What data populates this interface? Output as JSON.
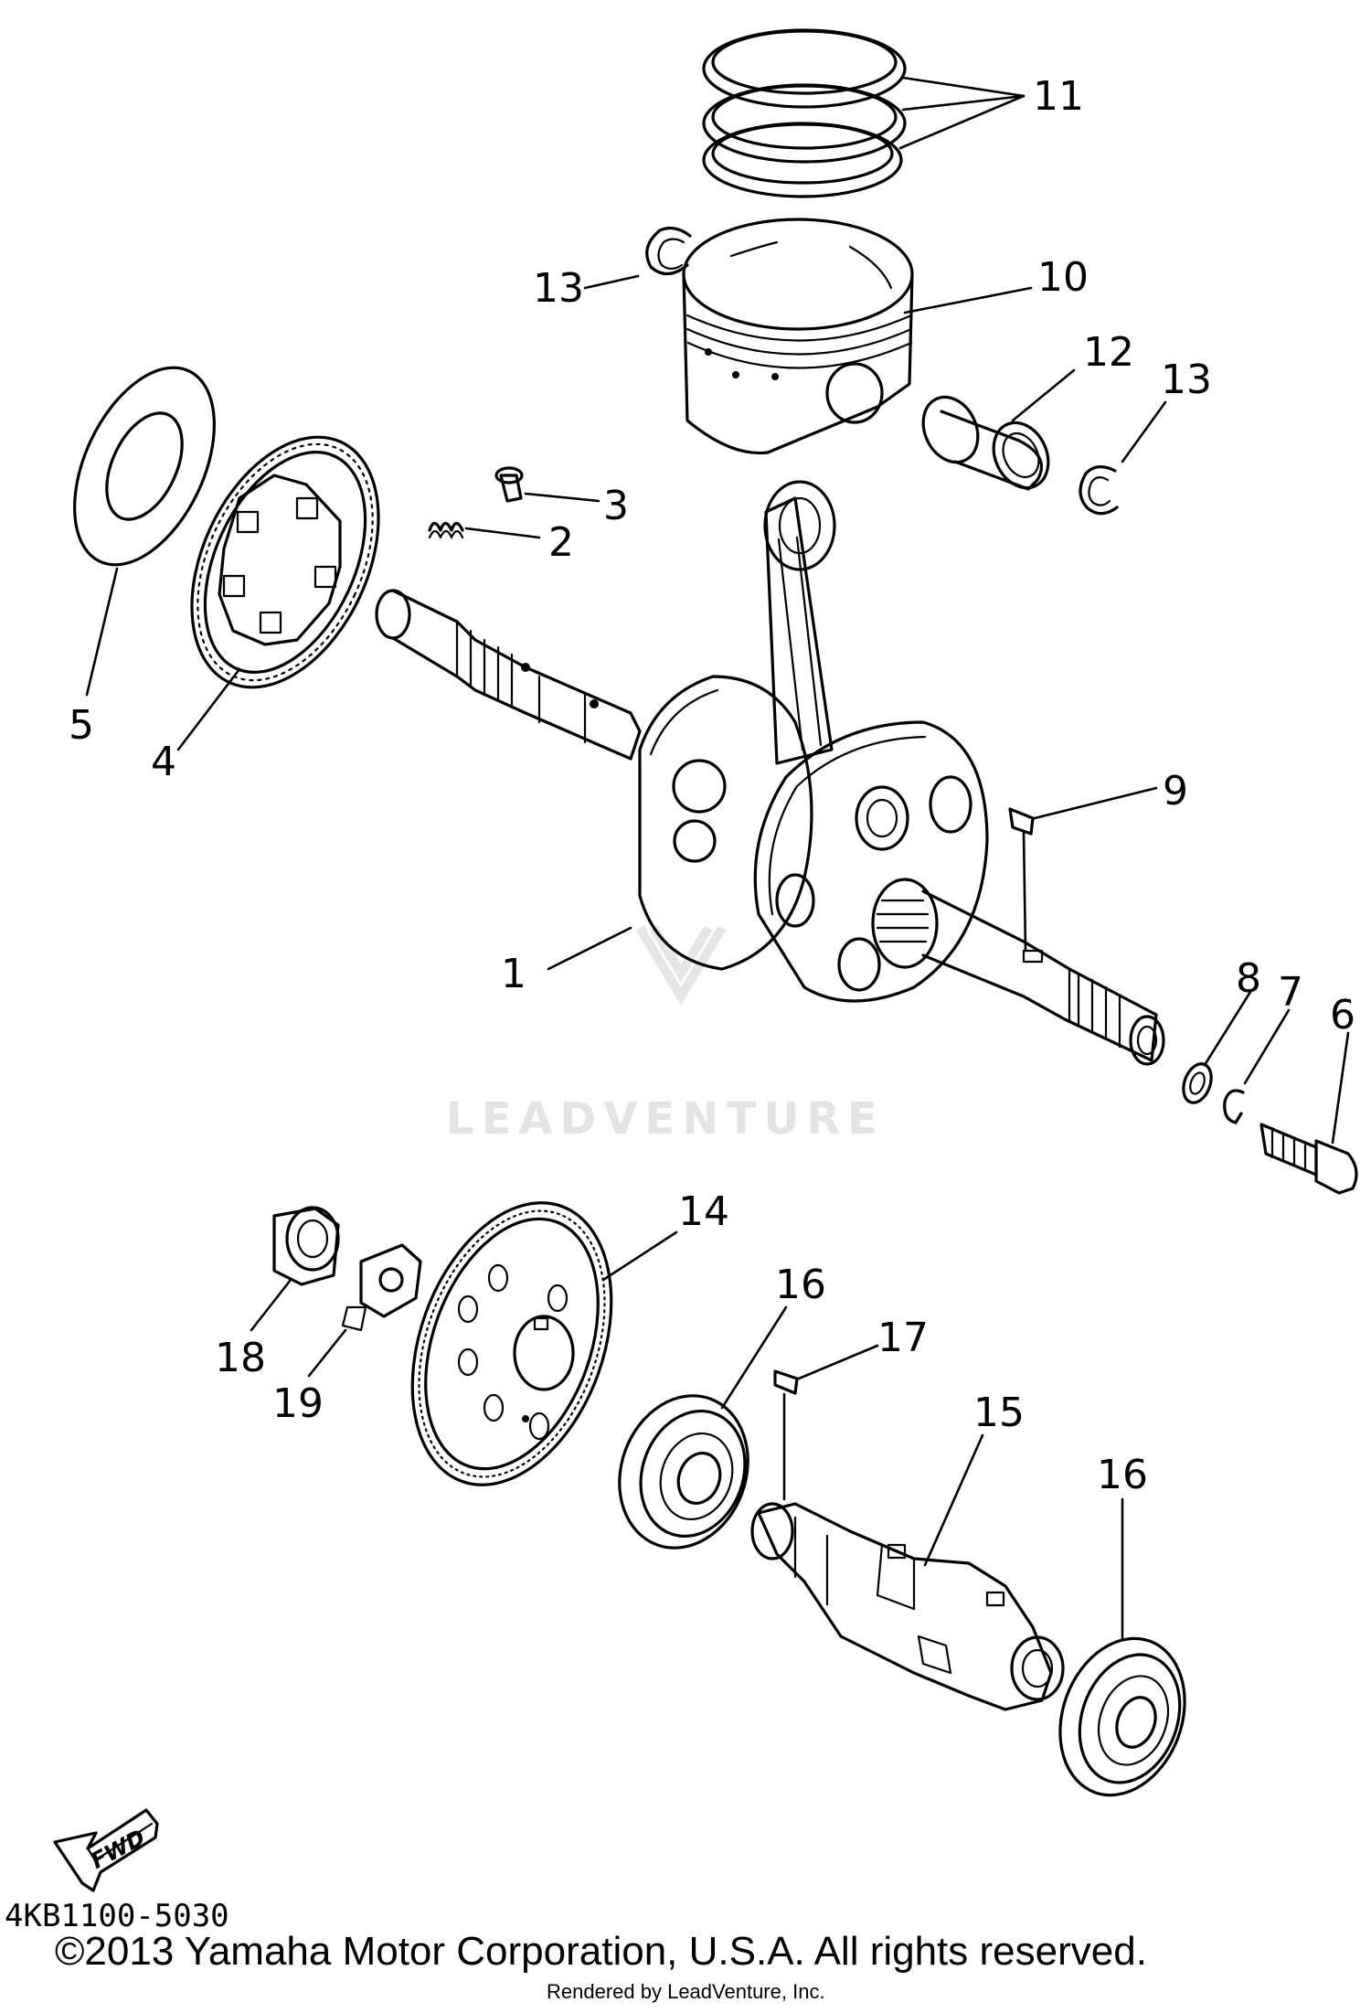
{
  "callouts": {
    "c1": "1",
    "c2": "2",
    "c3": "3",
    "c4": "4",
    "c5": "5",
    "c6": "6",
    "c7": "7",
    "c8": "8",
    "c9": "9",
    "c10": "10",
    "c11": "11",
    "c12": "12",
    "c13a": "13",
    "c13b": "13",
    "c14": "14",
    "c15": "15",
    "c16a": "16",
    "c16b": "16",
    "c17": "17",
    "c18": "18",
    "c19": "19"
  },
  "fwd_label": "FWD",
  "diagram_code": "4KB1100-5030",
  "watermark": "LEADVENTURE",
  "copyright": "©2013 Yamaha Motor Corporation, U.S.A. All rights reserved.",
  "rendered_by": "Rendered by LeadVenture, Inc."
}
